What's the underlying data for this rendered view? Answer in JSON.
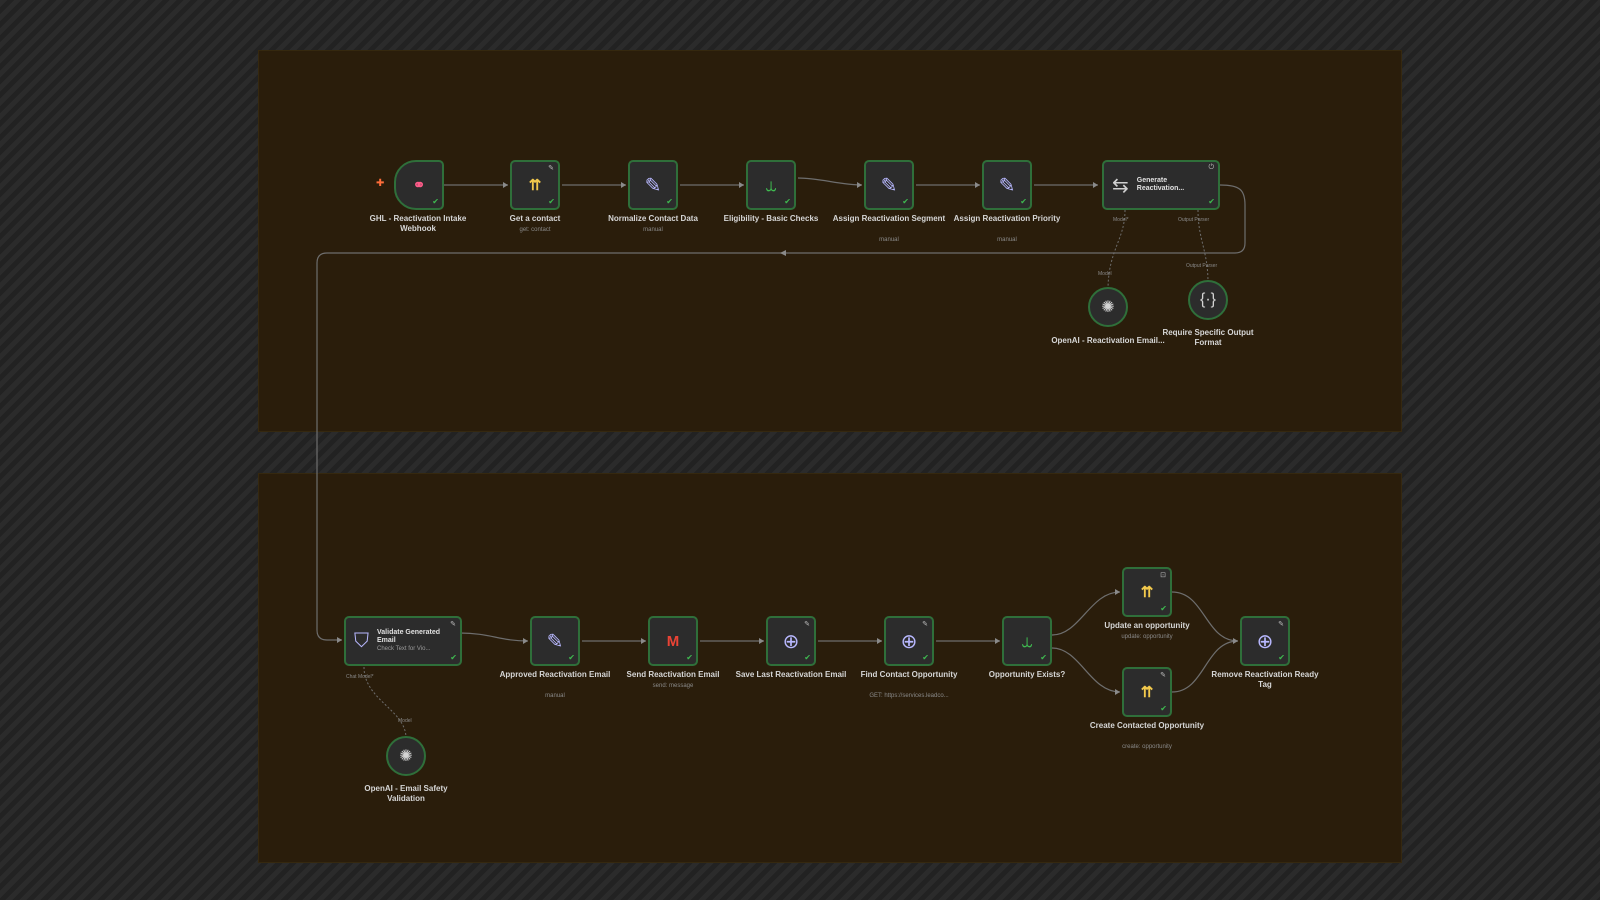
{
  "canvas": {
    "accent_success": "#3fb950",
    "node_border": "#2f6f3a",
    "group_bg": "#2a1d0b"
  },
  "nodes": {
    "webhook": {
      "title": "GHL - Reactivation Intake Webhook",
      "icon": "webhook-icon"
    },
    "get_contact": {
      "title": "Get a contact",
      "subtitle": "get: contact",
      "icon": "highlevel-icon"
    },
    "normalize": {
      "title": "Normalize Contact Data",
      "subtitle": "manual",
      "icon": "edit-icon"
    },
    "eligibility": {
      "title": "Eligibility - Basic Checks",
      "icon": "filter-icon"
    },
    "segment": {
      "title": "Assign Reactivation Segment",
      "subtitle": "manual",
      "icon": "edit-icon"
    },
    "priority": {
      "title": "Assign Reactivation Priority",
      "subtitle": "manual",
      "icon": "edit-icon"
    },
    "generate": {
      "title": "Generate Reactivation...",
      "icon": "agent-icon",
      "port_model": "Model*",
      "port_parser": "Output Parser"
    },
    "openai_gen": {
      "title": "OpenAI - Reactivation Email...",
      "icon": "openai-icon",
      "port": "Model"
    },
    "parser": {
      "title": "Require Specific Output Format",
      "icon": "braces-icon",
      "port": "Output Parser"
    },
    "validate": {
      "title": "Validate Generated Email",
      "subtitle": "Check Text for Vio...",
      "icon": "shield-icon",
      "port": "Chat Model*"
    },
    "openai_val": {
      "title": "OpenAI - Email Safety Validation",
      "icon": "openai-icon",
      "port": "Model"
    },
    "approved": {
      "title": "Approved Reactivation Email",
      "subtitle": "manual",
      "icon": "edit-icon"
    },
    "send": {
      "title": "Send Reactivation Email",
      "subtitle": "send: message",
      "icon": "gmail-icon"
    },
    "save_last": {
      "title": "Save Last Reactivation Email",
      "icon": "globe-icon"
    },
    "find_opp": {
      "title": "Find Contact Opportunity",
      "subtitle": "GET: https://services.leadco...",
      "icon": "globe-icon"
    },
    "opp_exists": {
      "title": "Opportunity Exists?",
      "icon": "filter-icon"
    },
    "update_opp": {
      "title": "Update an opportunity",
      "subtitle": "update: opportunity",
      "icon": "highlevel-icon"
    },
    "create_opp": {
      "title": "Create Contacted Opportunity",
      "subtitle": "create: opportunity",
      "icon": "highlevel-icon"
    },
    "remove_tag": {
      "title": "Remove Reactivation Ready Tag",
      "icon": "globe-icon"
    }
  }
}
